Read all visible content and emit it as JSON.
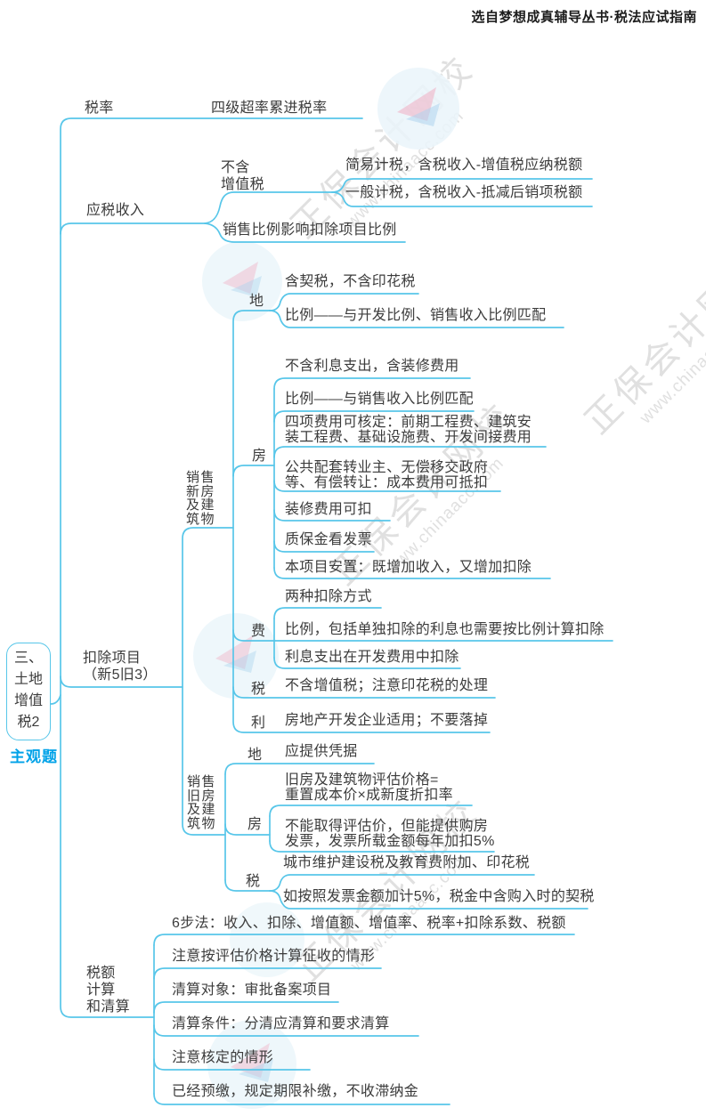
{
  "header": {
    "source": "选自梦想成真辅导丛书·税法应试指南"
  },
  "watermark": {
    "brand": "正保会计网校",
    "site": "www.chinaacc.com"
  },
  "root": {
    "title": "三、\n土地\n增值\n税2",
    "tag": "主观题"
  },
  "rate": {
    "label": "税率",
    "detail": "四级超率累进税率"
  },
  "income": {
    "label": "应税收入",
    "no_vat_label": "不含\n增值税",
    "simple": "简易计税，含税收入-增值税应纳税额",
    "general": "一般计税，含税收入-抵减后销项税额",
    "ratio": "销售比例影响扣除项目比例"
  },
  "deduction": {
    "label": "扣除项目\n（新5旧3）",
    "new_building": {
      "label": "销售\n新房\n及建\n筑物",
      "land_label": "地",
      "land_items": [
        "含契税，不含印花税",
        "比例——与开发比例、销售收入比例匹配"
      ],
      "house_label": "房",
      "house_items": [
        "不含利息支出，含装修费用",
        "比例——与销售收入比例匹配",
        "四项费用可核定：前期工程费、建筑安\n装工程费、基础设施费、开发间接费用",
        "公共配套转业主、无偿移交政府\n等、有偿转让：成本费用可抵扣",
        "装修费用可扣",
        "质保金看发票",
        "本项目安置：既增加收入，又增加扣除"
      ],
      "fee_label": "费",
      "fee_items": [
        "两种扣除方式",
        "比例，包括单独扣除的利息也需要按比例计算扣除",
        "利息支出在开发费用中扣除"
      ],
      "tax_label": "税",
      "tax_item": "不含增值税；注意印花税的处理",
      "interest_label": "利",
      "interest_item": "房地产开发企业适用；不要落掉"
    },
    "old_building": {
      "label": "销售\n旧房\n及建\n筑物",
      "land_label": "地",
      "land_item": "应提供凭据",
      "house_label": "房",
      "house_items": [
        "旧房及建筑物评估价格=\n重置成本价×成新度折扣率",
        "不能取得评估价，但能提供购房\n发票，发票所载金额每年加扣5%"
      ],
      "tax_label": "税",
      "tax_items": [
        "城市维护建设税及教育费附加、印花税",
        "如按照发票金额加计5%，税金中含购入时的契税"
      ]
    }
  },
  "calculation": {
    "label": "税额\n计算\n和清算",
    "items": [
      "6步法：收入、扣除、增值额、增值率、税率+扣除系数、税额",
      "注意按评估价格计算征收的情形",
      "清算对象：审批备案项目",
      "清算条件：分清应清算和要求清算",
      "注意核定的情形",
      "已经预缴，规定期限补缴，不收滞纳金"
    ]
  },
  "colors": {
    "line": "#57c6e9",
    "text": "#3c3c3c",
    "accent": "#00a2e8",
    "watermark": "#c2c2c2"
  }
}
